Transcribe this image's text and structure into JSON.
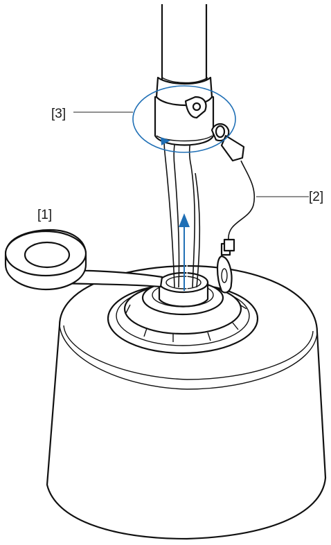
{
  "callouts": [
    {
      "id": "1",
      "label": "[1]"
    },
    {
      "id": "2",
      "label": "[2]"
    },
    {
      "id": "3",
      "label": "[3]"
    }
  ],
  "colors": {
    "line": "#111111",
    "accent": "#1f6fb5",
    "background": "#ffffff"
  }
}
